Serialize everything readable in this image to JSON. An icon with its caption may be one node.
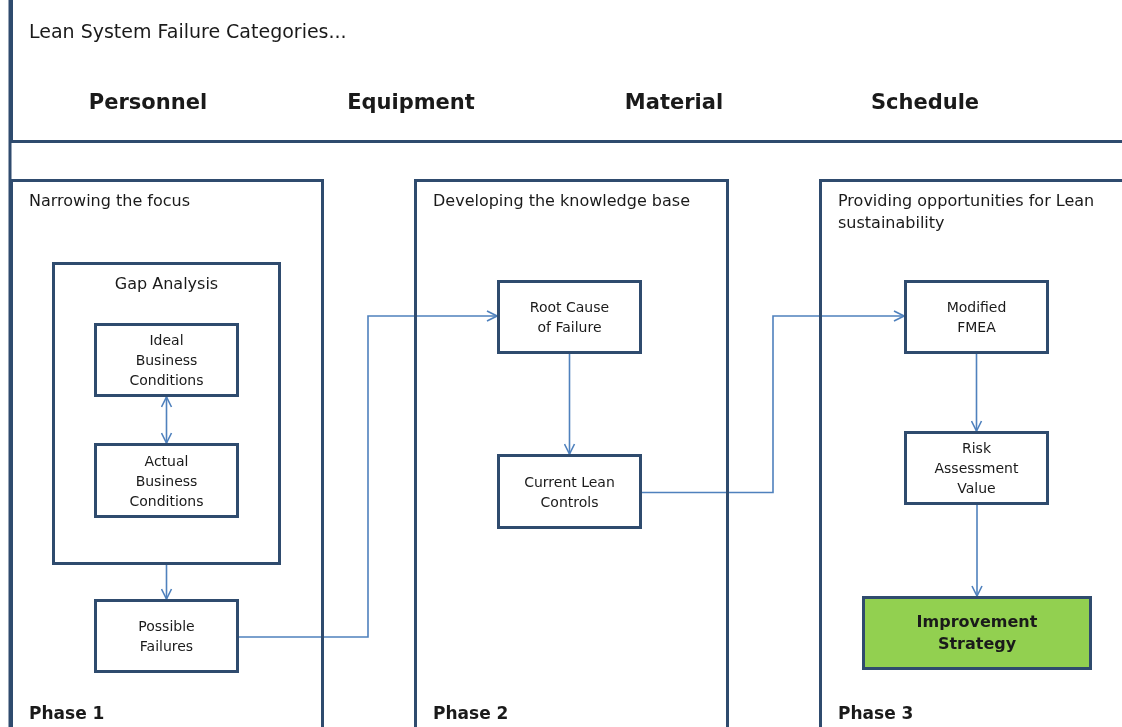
{
  "diagram": {
    "nodes": [
      {
        "text": [
          "Lean System Failure Categories...",
          "Personnel",
          "Equipment",
          "Material",
          "Schedule"
        ]
      },
      {
        "text": [
          "Narrowing the focus",
          "Phase 1"
        ]
      },
      {
        "text": [
          "Gap Analysis"
        ],
        "in": 1
      },
      {
        "text": [
          "Ideal Business Conditions"
        ],
        "in": 2
      },
      {
        "text": [
          "Actual Business Conditions"
        ],
        "in": 2
      },
      {
        "text": [
          "Possible Failures"
        ],
        "in": 1
      },
      {
        "text": [
          "Developing the knowledge base",
          "Phase 2"
        ]
      },
      {
        "text": [
          "Root Cause of Failure"
        ],
        "in": 6
      },
      {
        "text": [
          "Current Lean Controls"
        ],
        "in": 6
      },
      {
        "text": [
          "Providing opportunities for Lean sustainability",
          "Phase 3"
        ]
      },
      {
        "text": [
          "Modified FMEA"
        ],
        "in": 9
      },
      {
        "text": [
          "Risk Assessment Value"
        ],
        "in": 9
      },
      {
        "text": [
          "Improvement Strategy"
        ],
        "in": 9
      }
    ],
    "edges": [
      {
        "from": 3,
        "to": 4,
        "arrow": "both"
      },
      {
        "from": 2,
        "to": 5,
        "arrow": "to"
      },
      {
        "from": 5,
        "to": 7,
        "arrow": "to"
      },
      {
        "from": 7,
        "to": 8,
        "arrow": "to"
      },
      {
        "from": 8,
        "to": 10,
        "arrow": "to"
      },
      {
        "from": 10,
        "to": 11,
        "arrow": "to"
      },
      {
        "from": 11,
        "to": 12,
        "arrow": "to"
      }
    ]
  }
}
